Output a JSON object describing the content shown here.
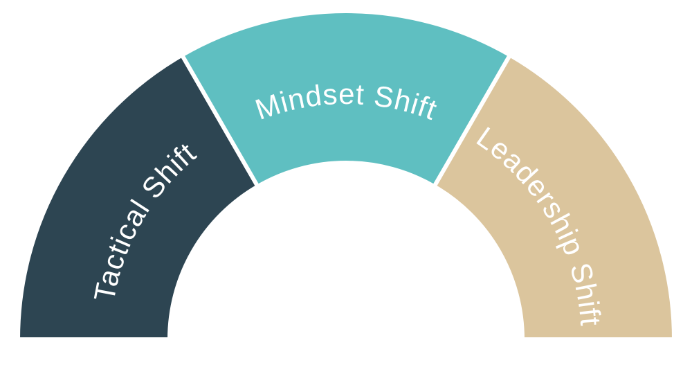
{
  "diagram": {
    "title": "shift-arch-diagram",
    "shape": "semicircle-donut",
    "background_color": "#ffffff",
    "divider_color": "#ffffff",
    "label_color": "#ffffff",
    "segments": [
      {
        "label": "Tactical Shift",
        "color": "#2d4552",
        "position": "left"
      },
      {
        "label": "Mindset Shift",
        "color": "#5fbfc1",
        "position": "top"
      },
      {
        "label": "Leadership Shift",
        "color": "#dbc59d",
        "position": "right"
      }
    ]
  }
}
